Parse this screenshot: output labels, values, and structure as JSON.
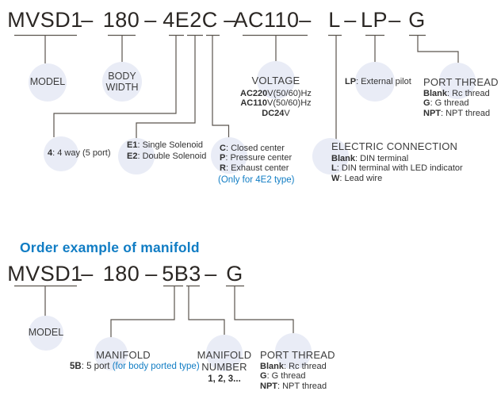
{
  "colors": {
    "accent_blue": "#117dc4",
    "circle_fill": "#e9ecf6",
    "line": "#5b544e",
    "code_text": "#2b2724"
  },
  "top_diagram": {
    "code": [
      "MVSD1",
      "–",
      "180",
      "–",
      "4E2C",
      "–",
      "AC110",
      "–",
      "L",
      "–",
      "LP",
      "–",
      "G"
    ],
    "model": {
      "label": "MODEL"
    },
    "body_width": {
      "line1": "BODY",
      "line2": "WIDTH"
    },
    "way": {
      "prefix": "4",
      "text": ": 4 way (5 port)"
    },
    "solenoid": {
      "item1": {
        "prefix": "E1",
        "text": ": Single Solenoid"
      },
      "item2": {
        "prefix": "E2",
        "text": ": Double Solenoid"
      }
    },
    "center_type": {
      "item1": {
        "prefix": "C",
        "text": ": Closed center"
      },
      "item2": {
        "prefix": "P",
        "text": ": Pressure center"
      },
      "item3": {
        "prefix": "R",
        "text": ": Exhaust center"
      },
      "note": "(Only for 4E2 type)"
    },
    "voltage": {
      "title": "VOLTAGE",
      "item1": {
        "prefix": "AC220",
        "text": "V(50/60)Hz"
      },
      "item2": {
        "prefix": "AC110",
        "text": "V(50/60)Hz"
      },
      "item3": {
        "prefix": "DC24",
        "text": "V"
      }
    },
    "electric": {
      "title": "ELECTRIC CONNECTION",
      "item1": {
        "prefix": "Blank",
        "text": ": DIN terminal"
      },
      "item2": {
        "prefix": "L",
        "text": ": DIN terminal with LED indicator"
      },
      "item3": {
        "prefix": "W",
        "text": ": Lead wire"
      }
    },
    "pilot": {
      "prefix": "LP",
      "text": ": External pilot"
    },
    "port_thread": {
      "title": "PORT THREAD",
      "item1": {
        "prefix": "Blank",
        "text": ": Rc thread"
      },
      "item2": {
        "prefix": "G",
        "text": ": G thread"
      },
      "item3": {
        "prefix": "NPT",
        "text": ": NPT thread"
      }
    }
  },
  "manifold_section": {
    "heading": "Order example of manifold",
    "code": [
      "MVSD1",
      "–",
      "180",
      "–",
      "5B3",
      "–",
      "G"
    ],
    "model": {
      "label": "MODEL"
    },
    "manifold": {
      "title": "MANIFOLD",
      "prefix": "5B",
      "text": ": 5 port ",
      "note": "(for body ported type)"
    },
    "manifold_number": {
      "line1": "MANIFOLD",
      "line2": "NUMBER",
      "value": "1, 2, 3..."
    },
    "port_thread": {
      "title": "PORT THREAD",
      "item1": {
        "prefix": "Blank",
        "text": ": Rc thread"
      },
      "item2": {
        "prefix": "G",
        "text": ": G thread"
      },
      "item3": {
        "prefix": "NPT",
        "text": ": NPT thread"
      }
    }
  }
}
